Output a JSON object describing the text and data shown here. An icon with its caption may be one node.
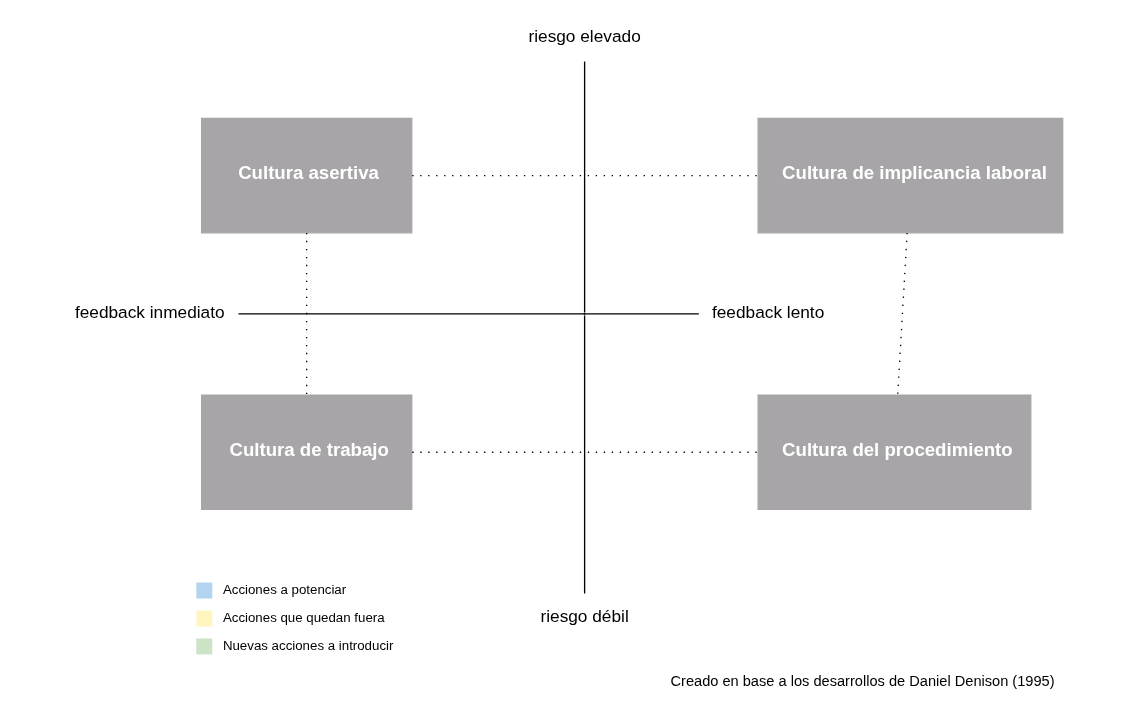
{
  "diagram": {
    "caption": "Creado en base a los desarrollos de Daniel Denison (1995)",
    "nodes": [
      {
        "text": [
          "Cultura asertiva"
        ]
      },
      {
        "text": [
          "Cultura de implicancia laboral"
        ]
      },
      {
        "text": [
          "Cultura de trabajo"
        ]
      },
      {
        "text": [
          "Cultura del procedimiento"
        ]
      }
    ],
    "edges": [
      {
        "from": 0,
        "to": 1,
        "arrow": "none",
        "style": "dashed"
      },
      {
        "from": 0,
        "to": 2,
        "arrow": "none",
        "style": "dashed"
      },
      {
        "from": 1,
        "to": 3,
        "arrow": "none",
        "style": "dashed"
      },
      {
        "from": 2,
        "to": 3,
        "arrow": "none",
        "style": "dashed"
      }
    ],
    "labels": [
      "riesgo elevado",
      "feedback inmediato",
      "feedback lento",
      "riesgo débil"
    ],
    "legend": [
      {
        "text": "Acciones a potenciar",
        "color": "#b3d4f0"
      },
      {
        "text": "Acciones que quedan fuera",
        "color": "#fff5bf"
      },
      {
        "text": "Nuevas acciones a introducir",
        "color": "#cce3c6"
      }
    ]
  }
}
